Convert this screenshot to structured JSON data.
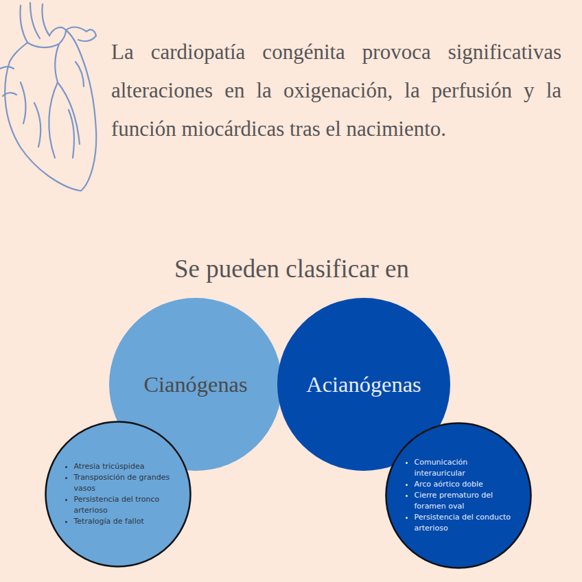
{
  "diagram": {
    "nodes": [
      {
        "text": [
          "Cianógenas"
        ]
      },
      {
        "text": [
          "Acianógenas"
        ]
      },
      {
        "text": [
          "Atresia tricúspidea",
          "Transposición de grandes vasos",
          "Persistencia del tronco arterioso",
          "Tetralogía de fallot"
        ]
      },
      {
        "text": [
          "Comunicación interauricular",
          "Arco aórtico doble",
          "Cierre prematuro del foramen oval",
          "Persistencia del conducto arterioso"
        ]
      }
    ],
    "labels": [
      "La cardiopatía congénita provoca significativas alteraciones en la oxigenación, la perfusión y la función miocárdicas tras el nacimiento.",
      "Se pueden clasificar en"
    ]
  }
}
